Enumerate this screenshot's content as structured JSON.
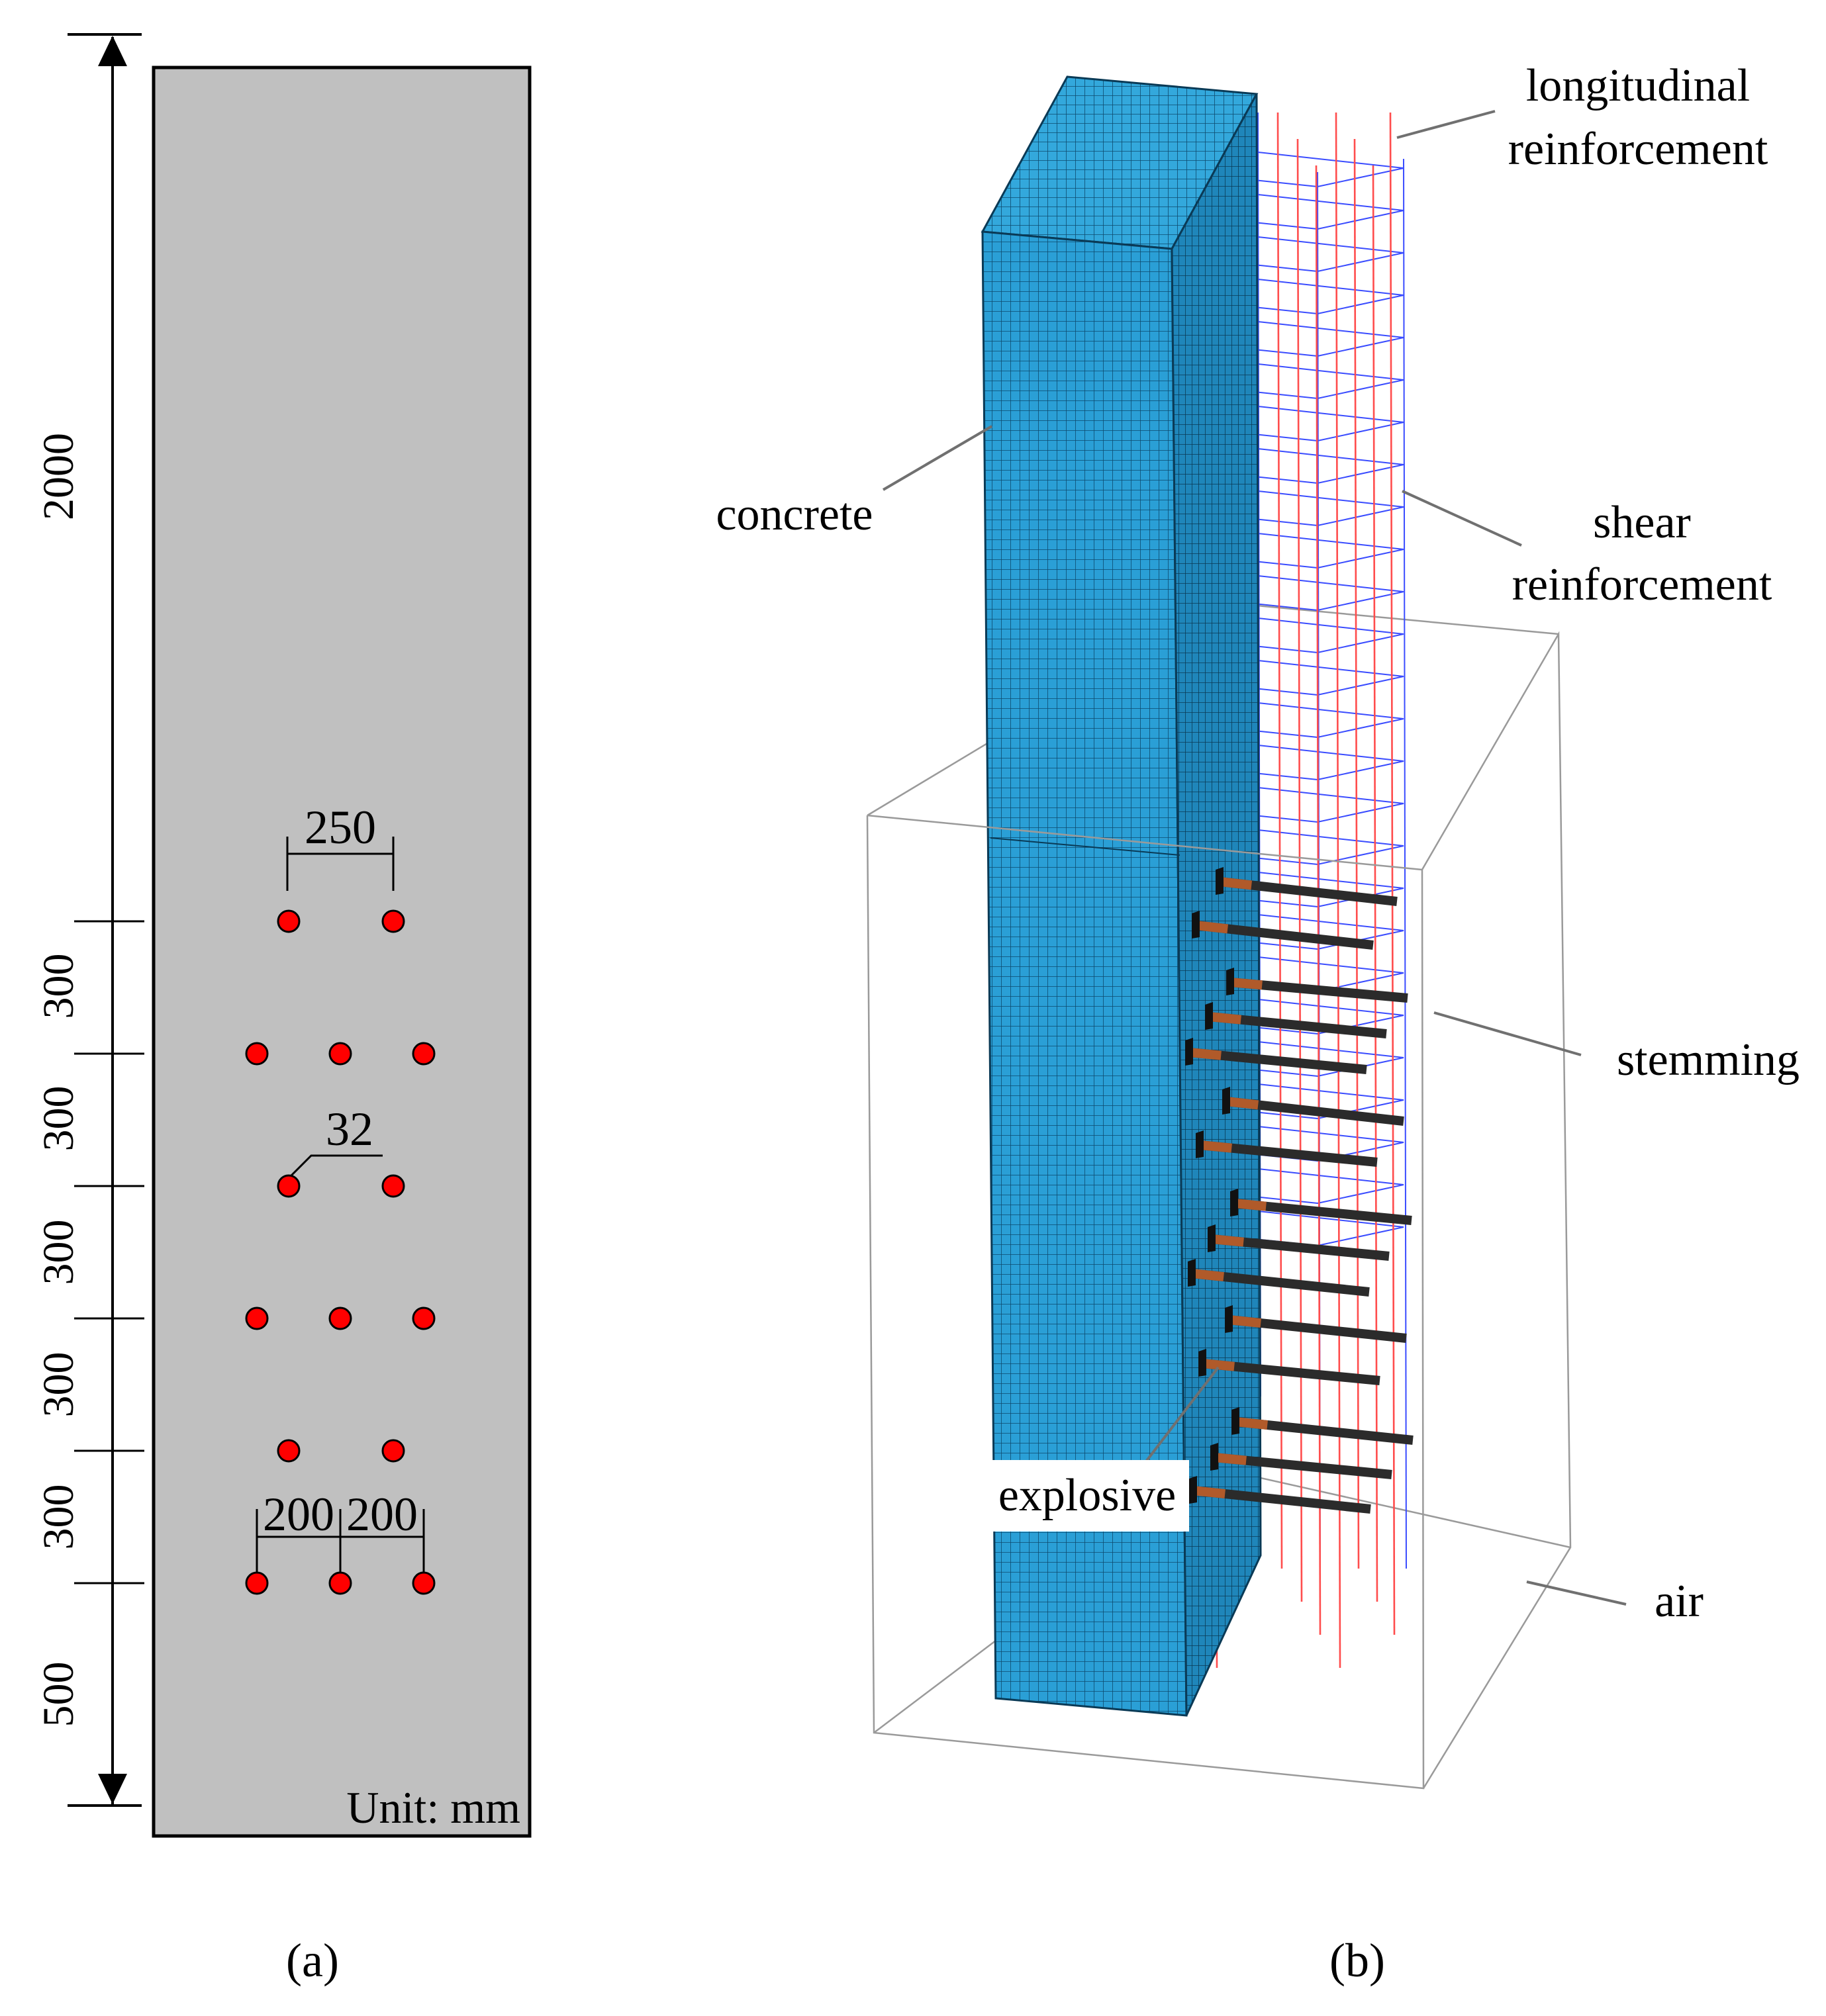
{
  "panel_a": {
    "unit_label": "Unit: mm",
    "caption": "(a)",
    "dim_total": "2000",
    "dim_rows": [
      "300",
      "300",
      "300",
      "300",
      "300"
    ],
    "dim_bottom": "500",
    "dim_pair_spacing": "250",
    "dim_hole_diameter": "32",
    "dim_triple_left": "200",
    "dim_triple_right": "200",
    "colors": {
      "column": "#c0c0c0",
      "hole": "#ff0000"
    }
  },
  "panel_b": {
    "caption": "(b)",
    "labels": {
      "longitudinal_1": "longitudinal",
      "longitudinal_2": "reinforcement",
      "concrete": "concrete",
      "shear_1": "shear",
      "shear_2": "reinforcement",
      "stemming": "stemming",
      "explosive": "explosive",
      "air": "air"
    },
    "colors": {
      "concrete": "#2a9fd6",
      "shear_reinforcement": "#3a4cff",
      "longitudinal_reinforcement": "#ff4d4d",
      "stemming": "#333333",
      "explosive": "#b05a2a",
      "air_box": "#9a9a9a"
    }
  }
}
